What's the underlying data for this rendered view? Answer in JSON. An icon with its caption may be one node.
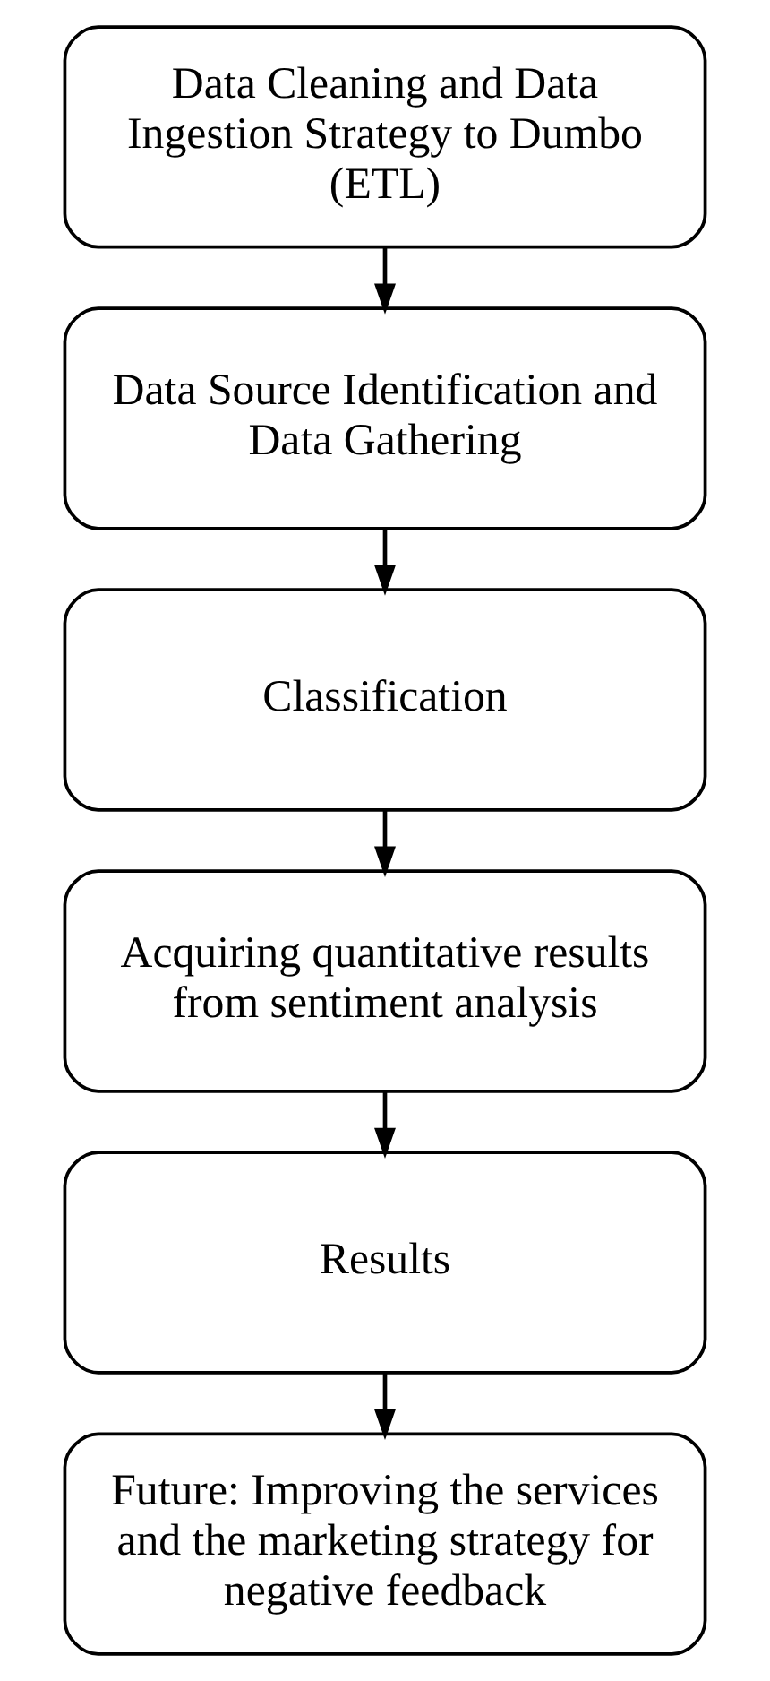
{
  "diagram": {
    "nodes": [
      {
        "text": [
          "Data Cleaning and Data Ingestion Strategy to Dumbo (ETL)"
        ]
      },
      {
        "text": [
          "Data Source Identification and Data Gathering"
        ]
      },
      {
        "text": [
          "Classification"
        ]
      },
      {
        "text": [
          "Acquiring quantitative results from sentiment analysis"
        ]
      },
      {
        "text": [
          "Results"
        ]
      },
      {
        "text": [
          "Future: Improving the services and the marketing strategy for negative feedback"
        ]
      }
    ],
    "edges": [
      {
        "from": 0,
        "to": 1,
        "arrow": "to"
      },
      {
        "from": 1,
        "to": 2,
        "arrow": "to"
      },
      {
        "from": 2,
        "to": 3,
        "arrow": "to"
      },
      {
        "from": 3,
        "to": 4,
        "arrow": "to"
      },
      {
        "from": 4,
        "to": 5,
        "arrow": "to"
      }
    ]
  }
}
